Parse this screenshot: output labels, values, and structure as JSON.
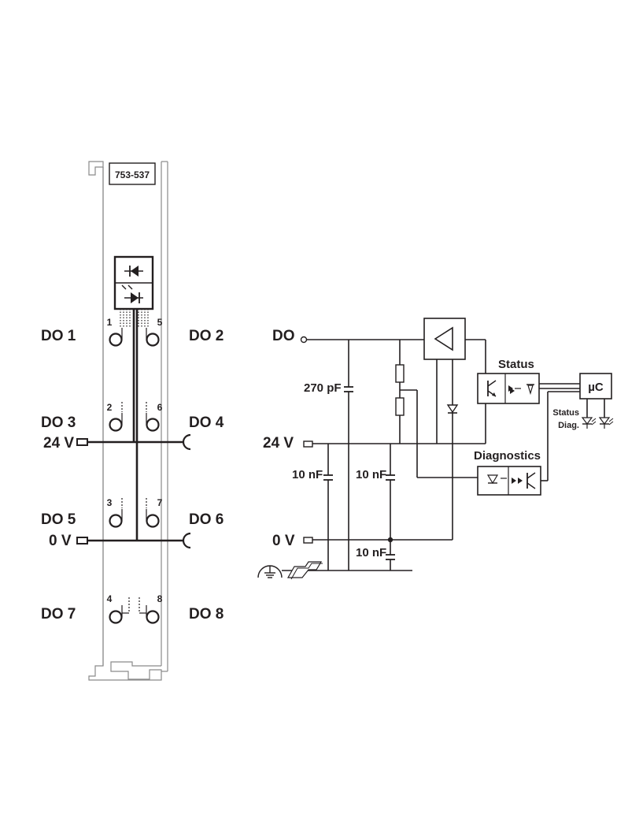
{
  "module": {
    "part_number": "753-537",
    "pin_numbers": [
      "1",
      "5",
      "2",
      "6",
      "3",
      "7",
      "4",
      "8"
    ],
    "outputs": [
      "DO 1",
      "DO 2",
      "DO 3",
      "DO 4",
      "DO 5",
      "DO 6",
      "DO 7",
      "DO 8"
    ],
    "supply_24v": "24 V",
    "supply_0v": "0 V"
  },
  "schematic": {
    "input_label": "DO",
    "supply_24v": "24 V",
    "supply_0v": "0 V",
    "cap_input": "270 pF",
    "cap_24v_a": "10 nF",
    "cap_24v_b": "10 nF",
    "cap_0v": "10 nF",
    "status_label": "Status",
    "diagnostics_label": "Diagnostics",
    "mcu_label": "µC",
    "led_status_label": "Status",
    "led_diag_label": "Diag."
  },
  "icons": [
    "diode-icon",
    "optocoupler-icon",
    "resistor-icon",
    "capacitor-icon",
    "amplifier-triangle-icon",
    "ground-icon",
    "din-rail-icon",
    "led-icon"
  ]
}
